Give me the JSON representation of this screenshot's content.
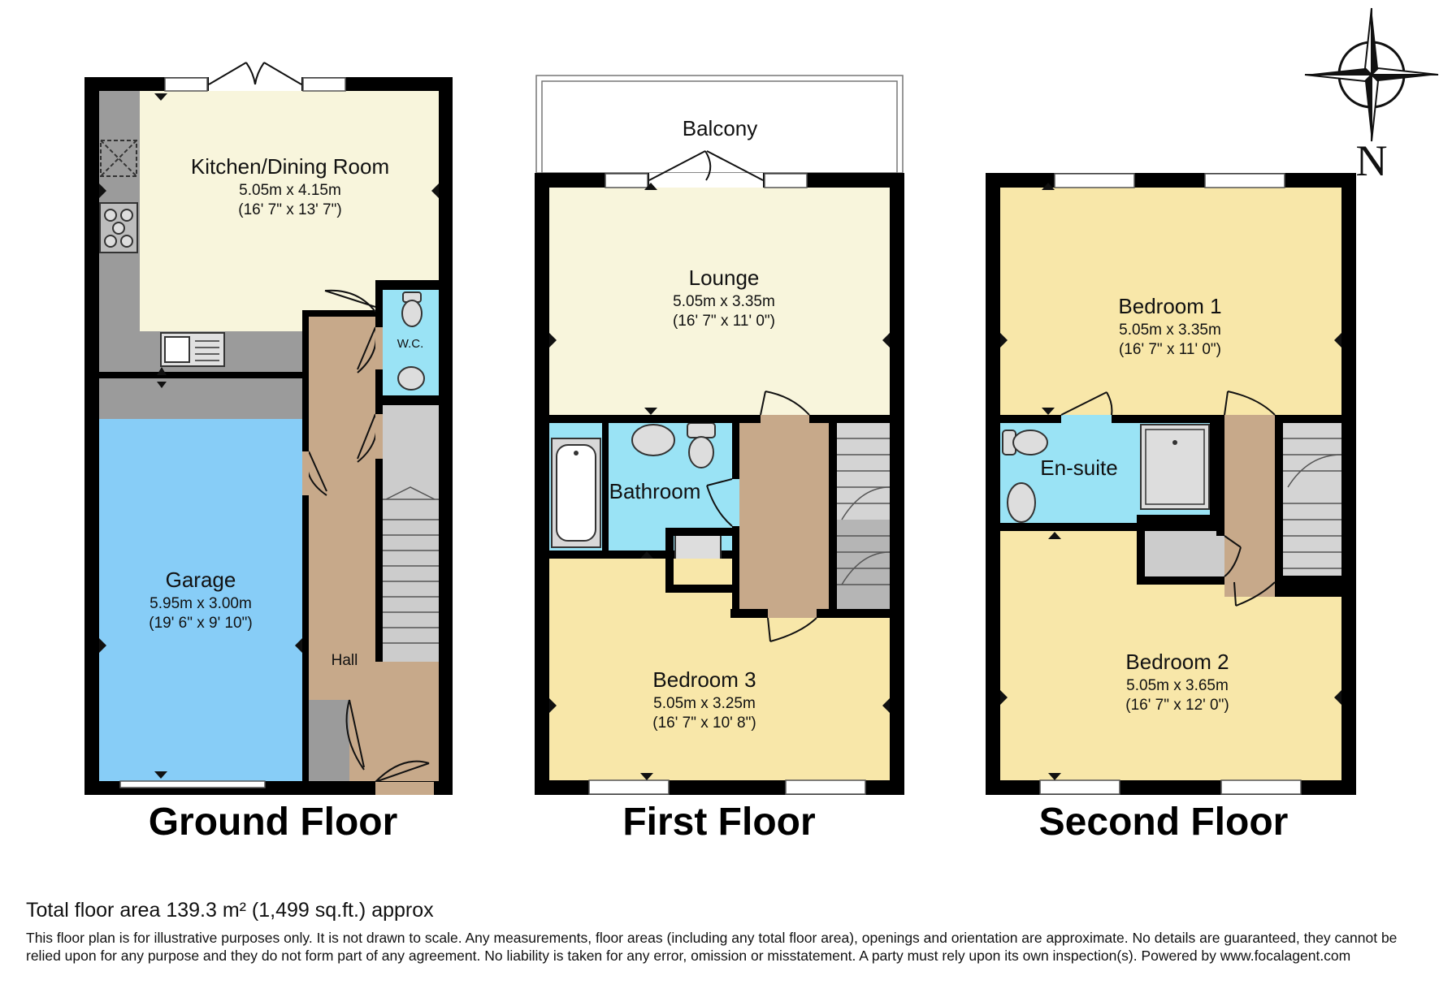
{
  "floors": {
    "ground": {
      "label": "Ground Floor",
      "kitchen": {
        "name": "Kitchen/Dining Room",
        "metric": "5.05m x 4.15m",
        "imperial": "(16' 7\" x 13' 7\")"
      },
      "wc": {
        "name": "W.C."
      },
      "garage": {
        "name": "Garage",
        "metric": "5.95m x 3.00m",
        "imperial": "(19' 6\" x 9' 10\")"
      },
      "hall": {
        "name": "Hall"
      }
    },
    "first": {
      "label": "First Floor",
      "balcony": {
        "name": "Balcony"
      },
      "lounge": {
        "name": "Lounge",
        "metric": "5.05m x 3.35m",
        "imperial": "(16' 7\" x 11' 0\")"
      },
      "bathroom": {
        "name": "Bathroom"
      },
      "bedroom3": {
        "name": "Bedroom 3",
        "metric": "5.05m x 3.25m",
        "imperial": "(16' 7\" x 10' 8\")"
      }
    },
    "second": {
      "label": "Second Floor",
      "bedroom1": {
        "name": "Bedroom 1",
        "metric": "5.05m x 3.35m",
        "imperial": "(16' 7\" x 11' 0\")"
      },
      "ensuite": {
        "name": "En-suite"
      },
      "bedroom2": {
        "name": "Bedroom 2",
        "metric": "5.05m x 3.65m",
        "imperial": "(16' 7\" x 12' 0\")"
      }
    }
  },
  "compass": {
    "north_label": "N",
    "icon": "compass-icon"
  },
  "footer": {
    "total_area": "Total floor area 139.3 m² (1,499 sq.ft.) approx",
    "disclaimer": "This floor plan is for illustrative purposes only. It is not drawn to scale. Any measurements, floor areas (including any total floor area), openings and orientation are approximate. No details are guaranteed, they cannot be relied upon for any purpose and they do not form part of any agreement. No liability is taken for any error, omission or misstatement. A party must rely upon its own inspection(s). Powered by www.focalagent.com"
  },
  "colors": {
    "wall": "#000000",
    "kitchen": "#f8f5dc",
    "wc": "#9ae3f5",
    "garage": "#87cdf7",
    "hall": "#c7a98a",
    "worktop": "#9b9b9b",
    "stairs": "#cccccc",
    "bedroom": "#f8e7a9"
  }
}
